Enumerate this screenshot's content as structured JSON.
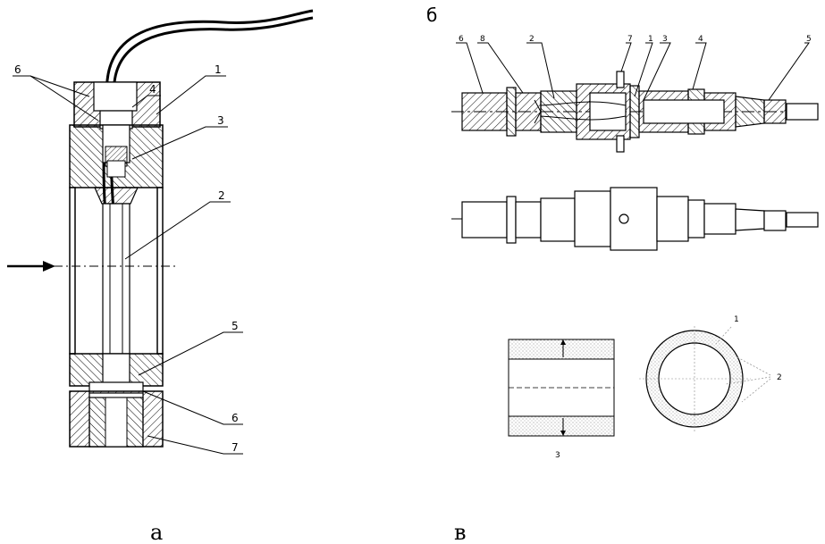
{
  "panel_a": {
    "caption": "а",
    "callouts": [
      "6",
      "4",
      "1",
      "3",
      "2",
      "5",
      "6",
      "7"
    ]
  },
  "panel_b": {
    "caption": "б",
    "callouts": [
      "6",
      "8",
      "2",
      "7",
      "1",
      "3",
      "4",
      "5"
    ]
  },
  "panel_c": {
    "caption": "в",
    "callouts": [
      "1",
      "2",
      "3"
    ]
  }
}
